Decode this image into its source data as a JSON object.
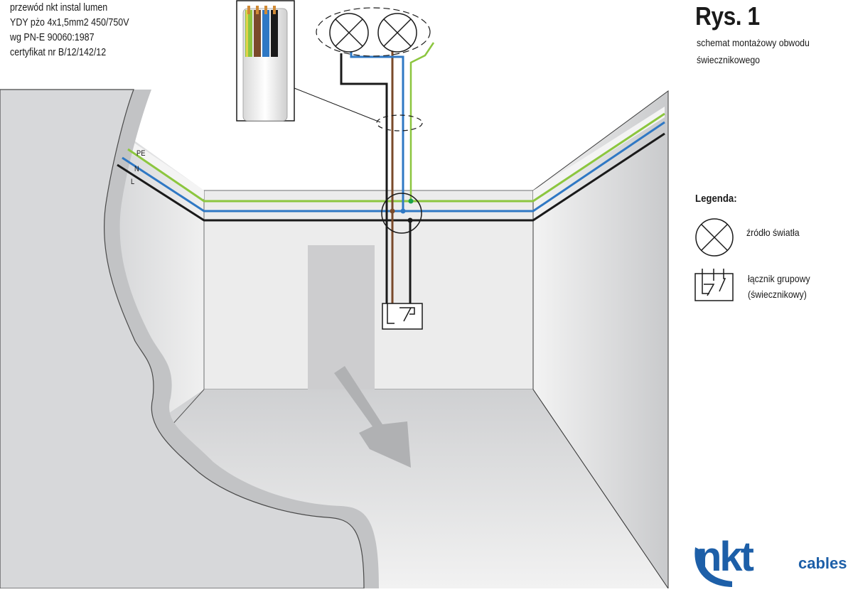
{
  "spec": {
    "line1": "przewód nkt instal lumen",
    "line2": "YDY pżo 4x1,5mm2 450/750V",
    "line3": "wg PN-E 90060:1987",
    "line4": "certyfikat nr B/12/142/12"
  },
  "figure": {
    "title": "Rys. 1",
    "subtitle_line1": "schemat montażowy obwodu",
    "subtitle_line2": "świecznikowego"
  },
  "wire_labels": {
    "pe": "PE",
    "n": "N",
    "l": "L"
  },
  "legend": {
    "title": "Legenda:",
    "items": [
      {
        "icon": "light-source-icon",
        "label_line1": "źródło światła",
        "label_line2": ""
      },
      {
        "icon": "group-switch-icon",
        "label_line1": "łącznik grupowy",
        "label_line2": "(świecznikowy)"
      }
    ]
  },
  "logo": {
    "word": "nkt",
    "suffix": "cables"
  },
  "colors": {
    "pe_wire": "#8cc63f",
    "n_wire": "#2f78c4",
    "l_wire": "#1a1a1a",
    "brown_wire": "#7a4a2a",
    "logo": "#1d5fa8"
  }
}
